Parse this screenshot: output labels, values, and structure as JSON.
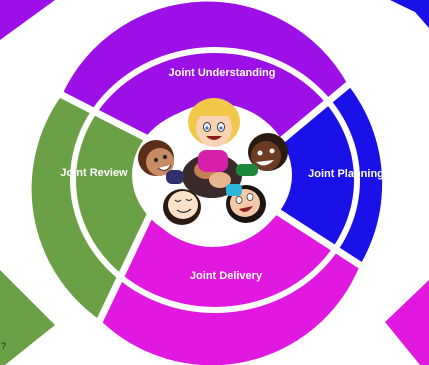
{
  "diagram": {
    "segments": [
      {
        "id": "understanding",
        "label": "Joint Understanding",
        "color": "#9c0fe6"
      },
      {
        "id": "planning",
        "label": "Joint Planning",
        "color": "#1a10e8"
      },
      {
        "id": "delivery",
        "label": "Joint Delivery",
        "color": "#e018e0"
      },
      {
        "id": "review",
        "label": "Joint Review",
        "color": "#6aa046"
      }
    ],
    "center_image": "group-of-children-huddle",
    "corner_fragments": {
      "bottom_left_text": "?"
    },
    "colors": {
      "top_left_corner": "#9c0fe6",
      "top_right_corner": "#1a10e8",
      "bottom_left_corner": "#6aa046",
      "bottom_right_corner": "#e018e0",
      "ring_gap": "#ffffff"
    }
  }
}
